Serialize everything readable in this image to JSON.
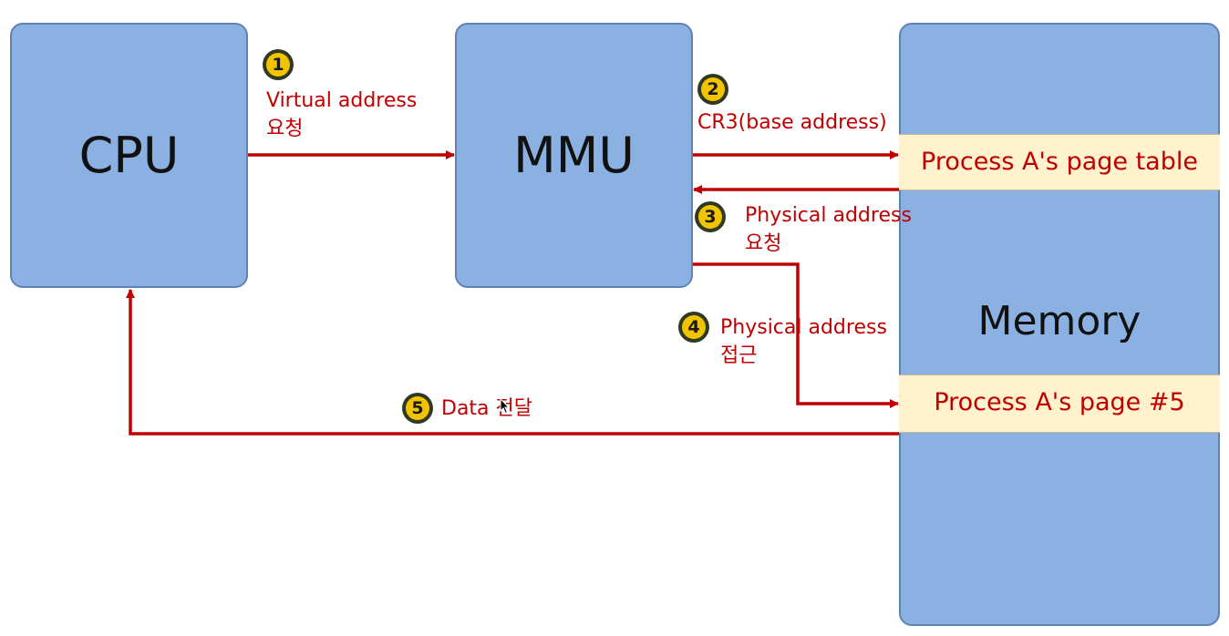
{
  "boxes": {
    "cpu": "CPU",
    "mmu": "MMU",
    "memory": "Memory"
  },
  "memory_entries": {
    "page_table": "Process A's page table",
    "page5": "Process A's page #5"
  },
  "steps": [
    {
      "num": "1",
      "line1": "Virtual address",
      "line2": "요청"
    },
    {
      "num": "2",
      "line1": "CR3(base address)",
      "line2": ""
    },
    {
      "num": "3",
      "line1": "Physical address",
      "line2": "요청"
    },
    {
      "num": "4",
      "line1": "Physical address",
      "line2": "접근"
    },
    {
      "num": "5",
      "line1": "Data 전달",
      "line2": ""
    }
  ],
  "colors": {
    "box_fill": "#8bb1e2",
    "entry_fill": "#fff2cc",
    "arrow": "#c00000",
    "badge": "#f2c400"
  }
}
